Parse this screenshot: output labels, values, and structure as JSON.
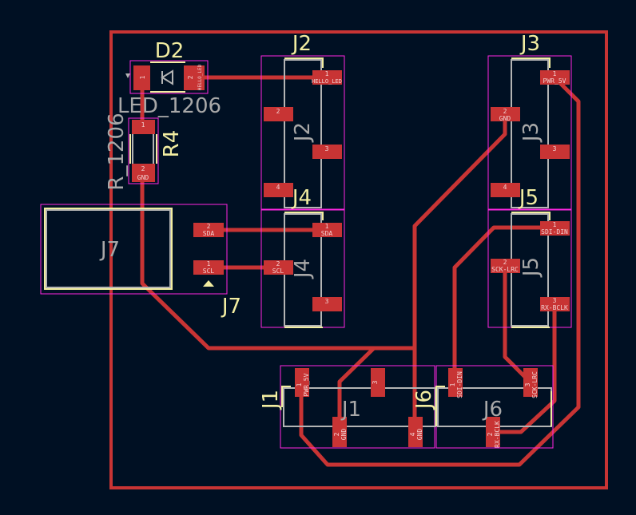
{
  "colors": {
    "trace": "#c83434",
    "courtyard": "#ff26e2",
    "silkscreen": "#f2eda1",
    "fab": "#b4b4b4",
    "background": "#001023"
  },
  "footprints": {
    "D2": {
      "ref": "D2",
      "value": "LED_1206",
      "pads": [
        {
          "num": "1",
          "net": ""
        },
        {
          "num": "2",
          "net": "HELLO_LED"
        }
      ]
    },
    "R4": {
      "ref": "R4",
      "value": "R_1206",
      "pads": [
        {
          "num": "1",
          "net": ""
        },
        {
          "num": "2",
          "net": "GND"
        }
      ]
    },
    "J2": {
      "ref": "J2",
      "pads": [
        {
          "num": "1",
          "net": "HELLO_LED"
        },
        {
          "num": "2",
          "net": ""
        },
        {
          "num": "3",
          "net": ""
        },
        {
          "num": "4",
          "net": ""
        }
      ]
    },
    "J3": {
      "ref": "J3",
      "pads": [
        {
          "num": "1",
          "net": "PWR_5V"
        },
        {
          "num": "2",
          "net": "GND"
        },
        {
          "num": "3",
          "net": ""
        },
        {
          "num": "4",
          "net": ""
        }
      ]
    },
    "J4": {
      "ref": "J4",
      "pads": [
        {
          "num": "1",
          "net": "SDA"
        },
        {
          "num": "2",
          "net": "SCL"
        },
        {
          "num": "3",
          "net": ""
        }
      ]
    },
    "J5": {
      "ref": "J5",
      "pads": [
        {
          "num": "1",
          "net": "SDI-DIN"
        },
        {
          "num": "2",
          "net": "SCK-LRC"
        },
        {
          "num": "3",
          "net": "RX-BCLK"
        }
      ]
    },
    "J7": {
      "ref": "J7",
      "pads": [
        {
          "num": "2",
          "net": "SDA"
        },
        {
          "num": "1",
          "net": "SCL"
        }
      ]
    },
    "J1": {
      "ref": "J1",
      "pads": [
        {
          "num": "1",
          "net": "PWR_5V"
        },
        {
          "num": "3",
          "net": ""
        },
        {
          "num": "2",
          "net": "GND"
        },
        {
          "num": "4",
          "net": "GND"
        }
      ]
    },
    "J6": {
      "ref": "J6",
      "pads": [
        {
          "num": "1",
          "net": "SDI-DIN"
        },
        {
          "num": "3",
          "net": "SCK-LRC"
        },
        {
          "num": "2",
          "net": "RX-BCLK"
        }
      ]
    }
  }
}
